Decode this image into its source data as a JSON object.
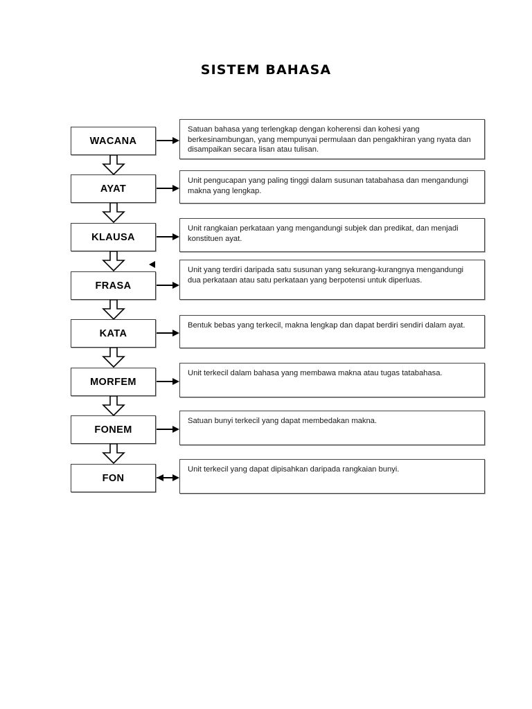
{
  "document": {
    "title": "SISTEM BAHASA"
  },
  "diagram": {
    "type": "hierarchy-flow",
    "orientation": "vertical",
    "colors": {
      "box_border": "#3a3a3a",
      "desc_border": "#444444",
      "arrow": "#000000",
      "background": "#ffffff",
      "text": "#000000"
    },
    "levels": [
      {
        "term": "WACANA",
        "description": "Satuan bahasa yang terlengkap dengan koherensi dan kohesi yang berkesinambungan, yang mempunyai permulaan dan pengakhiran yang nyata dan disampaikan secara lisan atau tulisan.",
        "arrow_type": "single-right",
        "desc_lines": 3
      },
      {
        "term": "AYAT",
        "description": "Unit pengucapan yang paling tinggi dalam susunan tatabahasa dan mengandungi makna yang lengkap.",
        "arrow_type": "single-right",
        "desc_lines": 2
      },
      {
        "term": "KLAUSA",
        "description": "Unit rangkaian perkataan yang mengandungi subjek dan predikat, dan menjadi konstituen ayat.",
        "arrow_type": "single-right",
        "desc_lines": 2
      },
      {
        "term": "FRASA",
        "description": "Unit yang terdiri daripada satu susunan yang sekurang-kurangnya mengandungi dua perkataan atau satu perkataan yang berpotensi untuk diperluas.",
        "arrow_type": "single-right",
        "desc_lines": 3
      },
      {
        "term": "KATA",
        "description": "Bentuk bebas yang terkecil, makna lengkap dan dapat berdiri sendiri dalam ayat.",
        "arrow_type": "single-right",
        "desc_lines": 2
      },
      {
        "term": "MORFEM",
        "description": "Unit terkecil dalam bahasa yang membawa makna atau tugas tatabahasa.",
        "arrow_type": "single-right",
        "desc_lines": 1
      },
      {
        "term": "FONEM",
        "description": "Satuan bunyi terkecil yang dapat membedakan makna.",
        "arrow_type": "single-right",
        "desc_lines": 1
      },
      {
        "term": "FON",
        "description": "Unit terkecil yang dapat dipisahkan daripada rangkaian bunyi.",
        "arrow_type": "double",
        "desc_lines": 1
      }
    ],
    "connector_count": 7,
    "stray_marker": {
      "present": true,
      "shape": "left-pointing-triangle"
    }
  }
}
